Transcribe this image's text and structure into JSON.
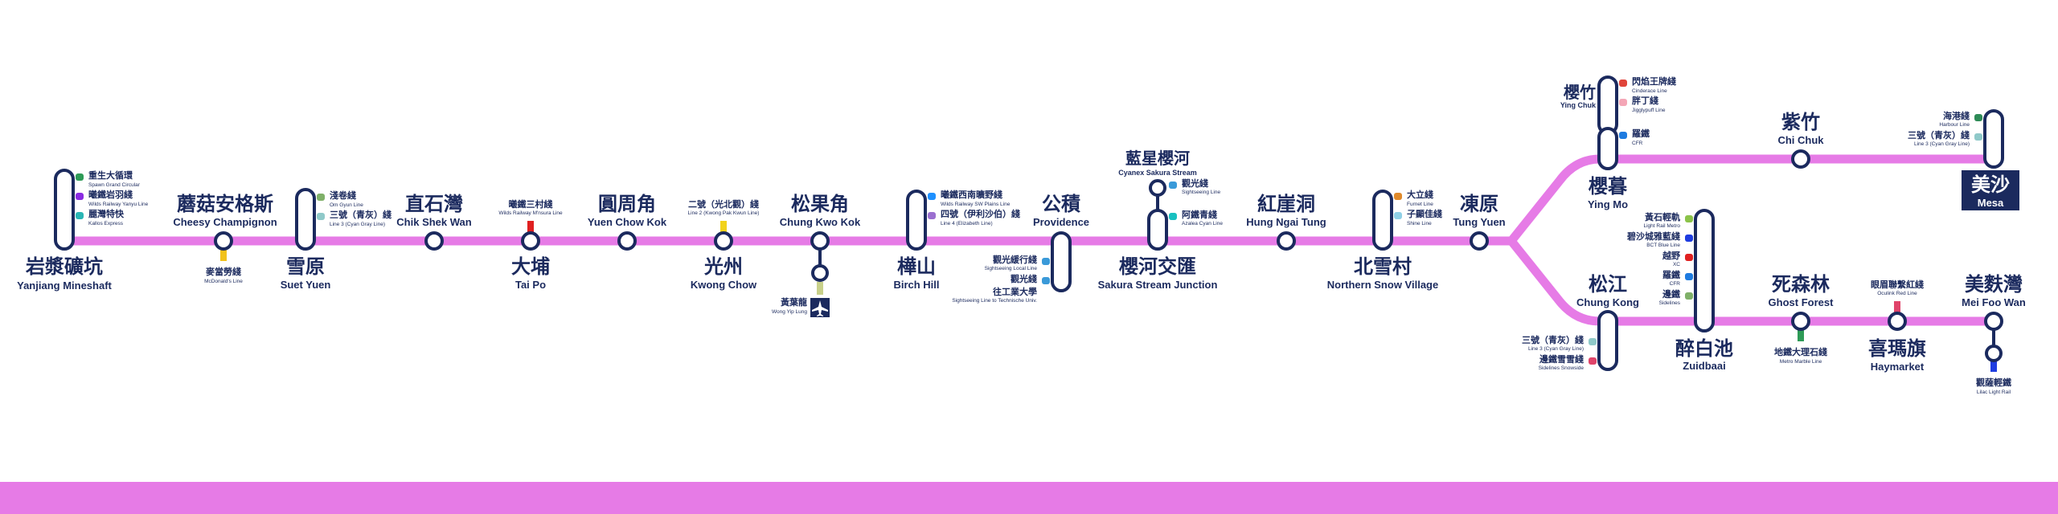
{
  "line_color": "#e67be6",
  "text_color": "#1b2a5e",
  "terminus_box_color": "#1b2a5e",
  "stations": {
    "yanjiang": {
      "zh": "岩漿礦坑",
      "en": "Yanjiang Mineshaft",
      "transfers": [
        {
          "zh": "重生大循環",
          "en": "Spawn Grand Circular",
          "color": "#2e9b57"
        },
        {
          "zh": "曦鐵岩羽綫",
          "en": "Wilds Railway Yanyu Line",
          "color": "#8a2be2"
        },
        {
          "zh": "麗灣特快",
          "en": "Kallos Express",
          "color": "#2ab5b5"
        }
      ]
    },
    "cheesy": {
      "zh": "蘑菇安格斯",
      "en": "Cheesy Champignon",
      "transfers": [
        {
          "zh": "麥當勞綫",
          "en": "McDonald's Line",
          "color": "#f2c21b"
        }
      ]
    },
    "suet": {
      "zh": "雪原",
      "en": "Suet Yuen",
      "transfers": [
        {
          "zh": "淺卷綫",
          "en": "Om Gyun Line",
          "color": "#7fb069"
        },
        {
          "zh": "三號（青灰）綫",
          "en": "Line 3 (Cyan Gray Line)",
          "color": "#8fc9c9"
        }
      ]
    },
    "chikshek": {
      "zh": "直石灣",
      "en": "Chik Shek Wan"
    },
    "taipo": {
      "zh": "大埔",
      "en": "Tai Po",
      "transfers": [
        {
          "zh": "曦鐵三村綫",
          "en": "Wilds Railway M'nsura Line",
          "color": "#e02020"
        }
      ]
    },
    "yuenchow": {
      "zh": "圓周角",
      "en": "Yuen Chow Kok"
    },
    "kwongchow": {
      "zh": "光州",
      "en": "Kwong Chow",
      "transfers": [
        {
          "zh": "二號（光北觀）綫",
          "en": "Line 2 (Kwong Pak Kwun Line)",
          "color": "#f2d21b"
        }
      ]
    },
    "chungkwo": {
      "zh": "松果角",
      "en": "Chung Kwo Kok"
    },
    "wongyip": {
      "zh": "黃葉龍",
      "en": "Wong Yip Lung"
    },
    "birch": {
      "zh": "樺山",
      "en": "Birch Hill",
      "transfers": [
        {
          "zh": "曦鐵西南曠野綫",
          "en": "Wilds Railway SW Plains Line",
          "color": "#1e90ff"
        },
        {
          "zh": "四號（伊利沙伯）綫",
          "en": "Line 4 (Elizabeth Line)",
          "color": "#9b6fd0"
        }
      ]
    },
    "providence": {
      "zh": "公積",
      "en": "Providence",
      "transfers": [
        {
          "zh": "觀光緩行綫",
          "en": "Sightseeing Local Line",
          "color": "#3a9ad9"
        },
        {
          "zh": "觀光綫",
          "en": "",
          "color": "#3a9ad9"
        },
        {
          "zh": "往工業大學",
          "en": "Sightseeing Line to Technische Univ.",
          "color": "#3a9ad9"
        }
      ]
    },
    "sakura": {
      "zh": "櫻河交匯",
      "en": "Sakura Stream Junction",
      "transfers": [
        {
          "zh": "觀光綫",
          "en": "Sightseeing Line",
          "color": "#3a9ad9"
        },
        {
          "zh": "阿鐵青綫",
          "en": "Azalea Cyan Line",
          "color": "#18c0c0"
        }
      ]
    },
    "cyanex": {
      "zh": "藍星櫻河",
      "en": "Cyanex Sakura Stream"
    },
    "hungngai": {
      "zh": "紅崖洞",
      "en": "Hung Ngai Tung"
    },
    "northernsnow": {
      "zh": "北雪村",
      "en": "Northern Snow Village",
      "transfers": [
        {
          "zh": "大立綫",
          "en": "Furnet Line",
          "color": "#e08a2b"
        },
        {
          "zh": "子顯佳綫",
          "en": "Shine Line",
          "color": "#8fd0e6"
        }
      ]
    },
    "tungyuen": {
      "zh": "凍原",
      "en": "Tung Yuen"
    },
    "yingchuk": {
      "zh": "櫻竹",
      "en": "Ying Chuk",
      "transfers": [
        {
          "zh": "閃焰王牌綫",
          "en": "Cinderace Line",
          "color": "#e0443a"
        },
        {
          "zh": "胖丁綫",
          "en": "Jigglypuff Line",
          "color": "#f4a6b6"
        }
      ]
    },
    "yingmo": {
      "zh": "櫻暮",
      "en": "Ying Mo",
      "transfers": [
        {
          "zh": "羅鐵",
          "en": "CFR",
          "color": "#1e7be0"
        }
      ]
    },
    "chichuk": {
      "zh": "紫竹",
      "en": "Chi Chuk"
    },
    "mesa": {
      "zh": "美沙",
      "en": "Mesa",
      "transfers": [
        {
          "zh": "海港綫",
          "en": "Harbour Line",
          "color": "#2e8b57"
        },
        {
          "zh": "三號（青灰）綫",
          "en": "Line 3 (Cyan Gray Line)",
          "color": "#8fc9c9"
        }
      ]
    },
    "chungkong": {
      "zh": "松江",
      "en": "Chung Kong",
      "transfers": [
        {
          "zh": "三號（青灰）綫",
          "en": "Line 3 (Cyan Gray Line)",
          "color": "#8fc9c9"
        },
        {
          "zh": "邊鐵雪雪綫",
          "en": "Sidelines Snowside",
          "color": "#e0446a"
        }
      ]
    },
    "zuidbaai": {
      "zh": "醉白池",
      "en": "Zuidbaai",
      "transfers": [
        {
          "zh": "黃石輕軌",
          "en": "Light Rail Metro",
          "color": "#8bc34a"
        },
        {
          "zh": "碧沙城雅藍綫",
          "en": "BCT Blue Line",
          "color": "#1e3ce0"
        },
        {
          "zh": "越野",
          "en": "XC",
          "color": "#e02020"
        },
        {
          "zh": "羅鐵",
          "en": "CFR",
          "color": "#1e7be0"
        },
        {
          "zh": "邊鐵",
          "en": "Sidelines",
          "color": "#7fb069"
        }
      ]
    },
    "ghostforest": {
      "zh": "死森林",
      "en": "Ghost Forest",
      "transfers": [
        {
          "zh": "地鐵大理石綫",
          "en": "Metro Marble Line",
          "color": "#2e9b57"
        }
      ]
    },
    "haymarket": {
      "zh": "喜瑪旗",
      "en": "Haymarket",
      "transfers": [
        {
          "zh": "眼眉聯繫紅綫",
          "en": "Oculink Red Line",
          "color": "#e0446a"
        }
      ]
    },
    "meifoo": {
      "zh": "美麩灣",
      "en": "Mei Foo Wan"
    },
    "lilac": {
      "zh": "觀薩輕鐵",
      "en": "Lilac Light Rail",
      "color": "#1e3ce0"
    }
  }
}
